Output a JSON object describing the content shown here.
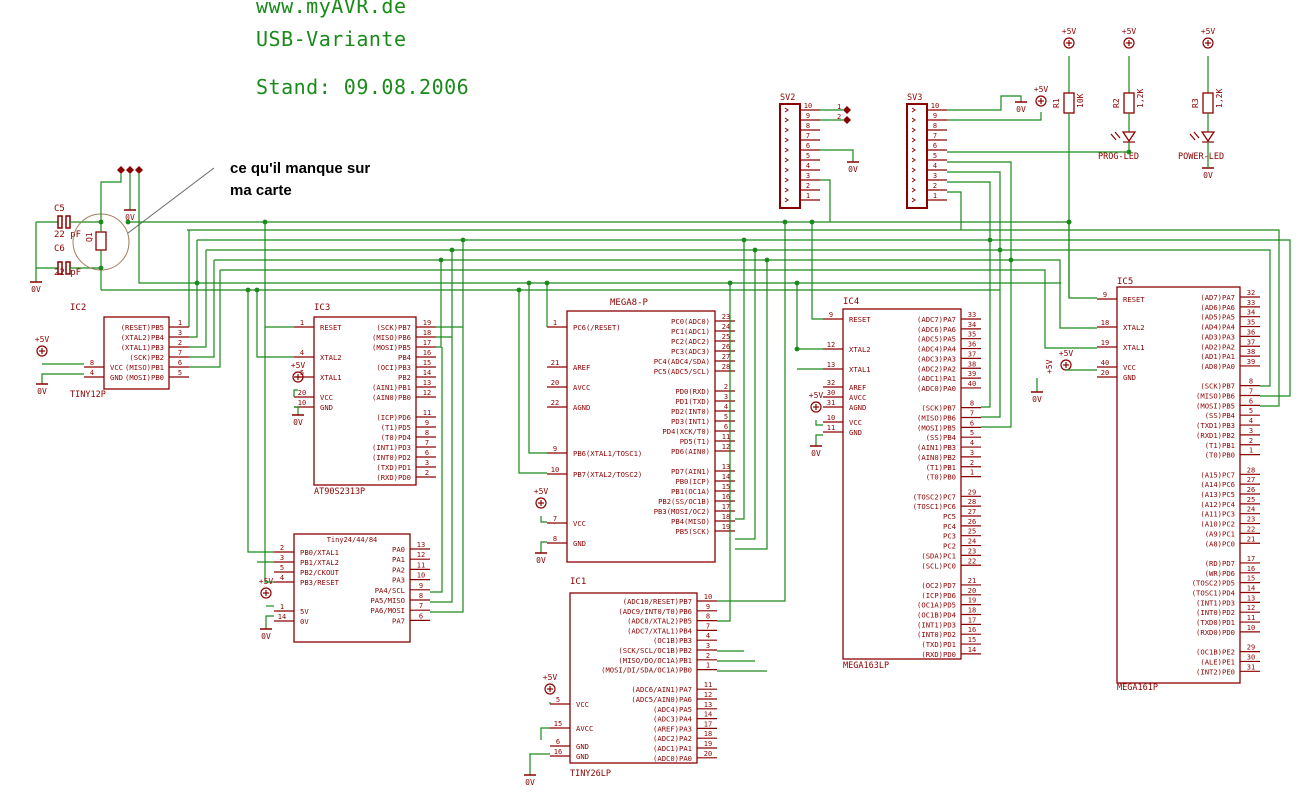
{
  "header": {
    "line1": "www.myAVR.de",
    "line2": "USB-Variante",
    "line3": "Stand: 09.08.2006"
  },
  "annotation": {
    "line1": "ce qu'il manque sur",
    "line2": "ma carte"
  },
  "colors": {
    "wire": "#1a8a1a",
    "body": "#8b0000",
    "text": "#8b0000",
    "header": "#1a8a1a"
  },
  "power": {
    "vcc": "+5V",
    "gnd": "0V"
  },
  "passives": {
    "c5": "C5",
    "c6": "C6",
    "cval": "22 pF",
    "q": "Q1",
    "r1": "R1",
    "r1v": "10K",
    "r2": "R2",
    "r2v": "1,2K",
    "r3": "R3",
    "r3v": "1,2K",
    "prog": "PROG-LED",
    "power_led": "POWER-LED"
  },
  "connectors": {
    "sv2": {
      "name": "SV2",
      "pins": [
        "10",
        "9",
        "8",
        "7",
        "6",
        "5",
        "4",
        "3",
        "2",
        "1"
      ],
      "j1": "1",
      "j2": "2"
    },
    "sv3": {
      "name": "SV3",
      "pins": [
        "10",
        "9",
        "8",
        "7",
        "6",
        "5",
        "4",
        "3",
        "2",
        "1"
      ]
    }
  },
  "chips": [
    {
      "id": "IC2",
      "label": "TINY12P",
      "left": [
        [
          "8",
          "VCC"
        ],
        [
          "4",
          "GND"
        ]
      ],
      "right": [
        [
          "(RESET)PB5",
          "1"
        ],
        [
          "(XTAL2)PB4",
          "3"
        ],
        [
          "(XTAL1)PB3",
          "2"
        ],
        [
          "(SCK)PB2",
          "7"
        ],
        [
          "(MISO)PB1",
          "6"
        ],
        [
          "(MOSI)PB0",
          "5"
        ]
      ]
    },
    {
      "id": "IC3",
      "label": "AT90S2313P",
      "left": [
        [
          "1",
          "RESET"
        ],
        [
          "4",
          "XTAL2"
        ],
        [
          "5",
          "XTAL1"
        ],
        [
          "20",
          "VCC"
        ],
        [
          "10",
          "GND"
        ]
      ],
      "right": [
        [
          "(SCK)PB7",
          "19"
        ],
        [
          "(MISO)PB6",
          "18"
        ],
        [
          "(MOSI)PB5",
          "17"
        ],
        [
          "PB4",
          "16"
        ],
        [
          "(OCI)PB3",
          "15"
        ],
        [
          "PB2",
          "14"
        ],
        [
          "(AIN1)PB1",
          "13"
        ],
        [
          "(AIN0)PB0",
          "12"
        ],
        [
          "(ICP)PD6",
          "11"
        ],
        [
          "(T1)PD5",
          "9"
        ],
        [
          "(T0)PD4",
          "8"
        ],
        [
          "(INT1)PD3",
          "7"
        ],
        [
          "(INT0)PD2",
          "6"
        ],
        [
          "(TXD)PD1",
          "3"
        ],
        [
          "(RXD)PD0",
          "2"
        ]
      ]
    },
    {
      "id": "",
      "label": "Tiny24/44/84",
      "left": [
        [
          "2",
          "PB0/XTAL1"
        ],
        [
          "3",
          "PB1/XTAL2"
        ],
        [
          "5",
          "PB2/CKOUT"
        ],
        [
          "4",
          "PB3/RESET"
        ],
        [
          "1",
          "5V"
        ],
        [
          "14",
          "0V"
        ]
      ],
      "right": [
        [
          "PA0",
          "13"
        ],
        [
          "PA1",
          "12"
        ],
        [
          "PA2",
          "11"
        ],
        [
          "PA3",
          "10"
        ],
        [
          "PA4/SCL",
          "9"
        ],
        [
          "PA5/MISO",
          "8"
        ],
        [
          "PA6/MOSI",
          "7"
        ],
        [
          "PA7",
          "6"
        ]
      ]
    },
    {
      "id": "MEGA8-P",
      "label": "",
      "left": [
        [
          "1",
          "PC6(/RESET)"
        ],
        [
          "21",
          "AREF"
        ],
        [
          "20",
          "AVCC"
        ],
        [
          "22",
          "AGND"
        ],
        [
          "9",
          "PB6(XTAL1/TOSC1)"
        ],
        [
          "10",
          "PB7(XTAL2/TOSC2)"
        ],
        [
          "7",
          "VCC"
        ],
        [
          "8",
          "GND"
        ]
      ],
      "right": [
        [
          "PC0(ADC0)",
          "23"
        ],
        [
          "PC1(ADC1)",
          "24"
        ],
        [
          "PC2(ADC2)",
          "25"
        ],
        [
          "PC3(ADC3)",
          "26"
        ],
        [
          "PC4(ADC4/SDA)",
          "27"
        ],
        [
          "PC5(ADC5/SCL)",
          "28"
        ],
        [
          "PD0(RXD)",
          "2"
        ],
        [
          "PD1(TXD)",
          "3"
        ],
        [
          "PD2(INT0)",
          "4"
        ],
        [
          "PD3(INT1)",
          "5"
        ],
        [
          "PD4(XCK/T0)",
          "6"
        ],
        [
          "PD5(T1)",
          "11"
        ],
        [
          "PD6(AIN0)",
          "12"
        ],
        [
          "PD7(AIN1)",
          "13"
        ],
        [
          "PB0(ICP)",
          "14"
        ],
        [
          "PB1(OC1A)",
          "15"
        ],
        [
          "PB2(SS/OC1B)",
          "16"
        ],
        [
          "PB3(MOSI/OC2)",
          "17"
        ],
        [
          "PB4(MISO)",
          "18"
        ],
        [
          "PB5(SCK)",
          "19"
        ]
      ]
    },
    {
      "id": "IC1",
      "label": "TINY26LP",
      "left": [
        [
          "5",
          "VCC"
        ],
        [
          "15",
          "AVCC"
        ],
        [
          "6",
          "GND"
        ],
        [
          "16",
          "GND"
        ]
      ],
      "right": [
        [
          "(ADC10/RESET)PB7",
          "10"
        ],
        [
          "(ADC9/INT0/T0)PB6",
          "9"
        ],
        [
          "(ADC8/XTAL2)PB5",
          "8"
        ],
        [
          "(ADC7/XTAL1)PB4",
          "7"
        ],
        [
          "(OC1B)PB3",
          "4"
        ],
        [
          "(SCK/SCL/OC1B)PB2",
          "3"
        ],
        [
          "(MISO/DO/OC1A)PB1",
          "2"
        ],
        [
          "(MOSI/DI/SDA/OC1A)PB0",
          "1"
        ],
        [
          "(ADC6/AIN1)PA7",
          "11"
        ],
        [
          "(ADC5/AIN0)PA6",
          "12"
        ],
        [
          "(ADC4)PA5",
          "13"
        ],
        [
          "(ADC3)PA4",
          "14"
        ],
        [
          "(AREF)PA3",
          "17"
        ],
        [
          "(ADC2)PA2",
          "18"
        ],
        [
          "(ADC1)PA1",
          "19"
        ],
        [
          "(ADC0)PA0",
          "20"
        ]
      ]
    },
    {
      "id": "IC4",
      "label": "MEGA163LP",
      "left": [
        [
          "9",
          "RESET"
        ],
        [
          "12",
          "XTAL2"
        ],
        [
          "13",
          "XTAL1"
        ],
        [
          "32",
          "AREF"
        ],
        [
          "30",
          "AVCC"
        ],
        [
          "31",
          "AGND"
        ],
        [
          "10",
          "VCC"
        ],
        [
          "11",
          "GND"
        ]
      ],
      "right": [
        [
          "(ADC7)PA7",
          "33"
        ],
        [
          "(ADC6)PA6",
          "34"
        ],
        [
          "(ADC5)PA5",
          "35"
        ],
        [
          "(ADC4)PA4",
          "36"
        ],
        [
          "(ADC3)PA3",
          "37"
        ],
        [
          "(ADC2)PA2",
          "38"
        ],
        [
          "(ADC1)PA1",
          "39"
        ],
        [
          "(ADC0)PA0",
          "40"
        ],
        [
          "(SCK)PB7",
          "8"
        ],
        [
          "(MISO)PB6",
          "7"
        ],
        [
          "(MOSI)PB5",
          "6"
        ],
        [
          "(SS)PB4",
          "5"
        ],
        [
          "(AIN1)PB3",
          "4"
        ],
        [
          "(AIN0)PB2",
          "3"
        ],
        [
          "(T1)PB1",
          "2"
        ],
        [
          "(T0)PB0",
          "1"
        ],
        [
          "(TOSC2)PC7",
          "29"
        ],
        [
          "(TOSC1)PC6",
          "28"
        ],
        [
          "PC5",
          "27"
        ],
        [
          "PC4",
          "26"
        ],
        [
          "PC3",
          "25"
        ],
        [
          "PC2",
          "24"
        ],
        [
          "(SDA)PC1",
          "23"
        ],
        [
          "(SCL)PC0",
          "22"
        ],
        [
          "(OC2)PD7",
          "21"
        ],
        [
          "(ICP)PD6",
          "20"
        ],
        [
          "(OC1A)PD5",
          "19"
        ],
        [
          "(OC1B)PD4",
          "18"
        ],
        [
          "(INT1)PD3",
          "17"
        ],
        [
          "(INT0)PD2",
          "16"
        ],
        [
          "(TXD)PD1",
          "15"
        ],
        [
          "(RXD)PD0",
          "14"
        ]
      ]
    },
    {
      "id": "IC5",
      "label": "MEGA161P",
      "left": [
        [
          "9",
          "RESET"
        ],
        [
          "18",
          "XTAL2"
        ],
        [
          "19",
          "XTAL1"
        ],
        [
          "40",
          "VCC"
        ],
        [
          "20",
          "GND"
        ]
      ],
      "right": [
        [
          "(AD7)PA7",
          "32"
        ],
        [
          "(AD6)PA6",
          "33"
        ],
        [
          "(AD5)PA5",
          "34"
        ],
        [
          "(AD4)PA4",
          "35"
        ],
        [
          "(AD3)PA3",
          "36"
        ],
        [
          "(AD2)PA2",
          "37"
        ],
        [
          "(AD1)PA1",
          "38"
        ],
        [
          "(AD0)PA0",
          "39"
        ],
        [
          "(SCK)PB7",
          "8"
        ],
        [
          "(MISO)PB6",
          "7"
        ],
        [
          "(MOSI)PB5",
          "6"
        ],
        [
          "(SS)PB4",
          "5"
        ],
        [
          "(TXD1)PB3",
          "4"
        ],
        [
          "(RXD1)PB2",
          "3"
        ],
        [
          "(T1)PB1",
          "2"
        ],
        [
          "(T0)PB0",
          "1"
        ],
        [
          "(A15)PC7",
          "28"
        ],
        [
          "(A14)PC6",
          "27"
        ],
        [
          "(A13)PC5",
          "26"
        ],
        [
          "(A12)PC4",
          "25"
        ],
        [
          "(A11)PC3",
          "24"
        ],
        [
          "(A10)PC2",
          "23"
        ],
        [
          "(A9)PC1",
          "22"
        ],
        [
          "(A8)PC0",
          "21"
        ],
        [
          "(RD)PD7",
          "17"
        ],
        [
          "(WR)PD6",
          "16"
        ],
        [
          "(TOSC2)PD5",
          "15"
        ],
        [
          "(TOSC1)PD4",
          "14"
        ],
        [
          "(INT1)PD3",
          "13"
        ],
        [
          "(INT0)PD2",
          "12"
        ],
        [
          "(TXD0)PD1",
          "11"
        ],
        [
          "(RXD0)PD0",
          "10"
        ],
        [
          "(OC1B)PE2",
          "29"
        ],
        [
          "(ALE)PE1",
          "30"
        ],
        [
          "(INT2)PE0",
          "31"
        ]
      ]
    }
  ]
}
